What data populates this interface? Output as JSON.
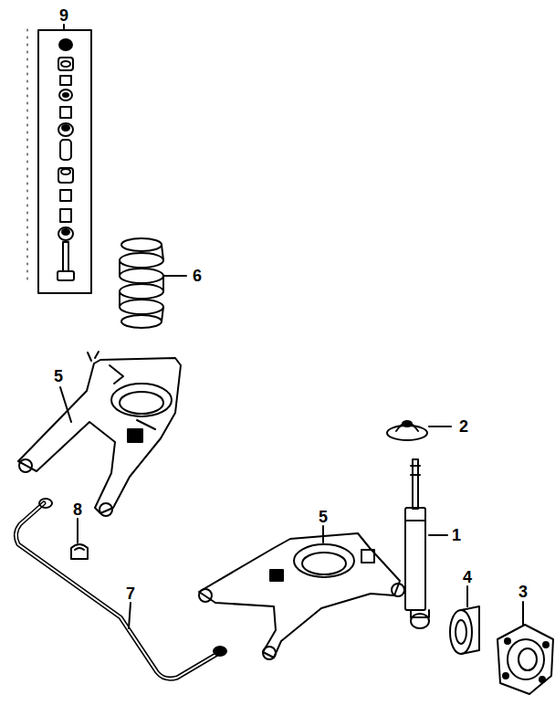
{
  "diagram": {
    "labels": [
      "9",
      "6",
      "5",
      "2",
      "8",
      "5",
      "1",
      "4",
      "3",
      "7"
    ]
  }
}
